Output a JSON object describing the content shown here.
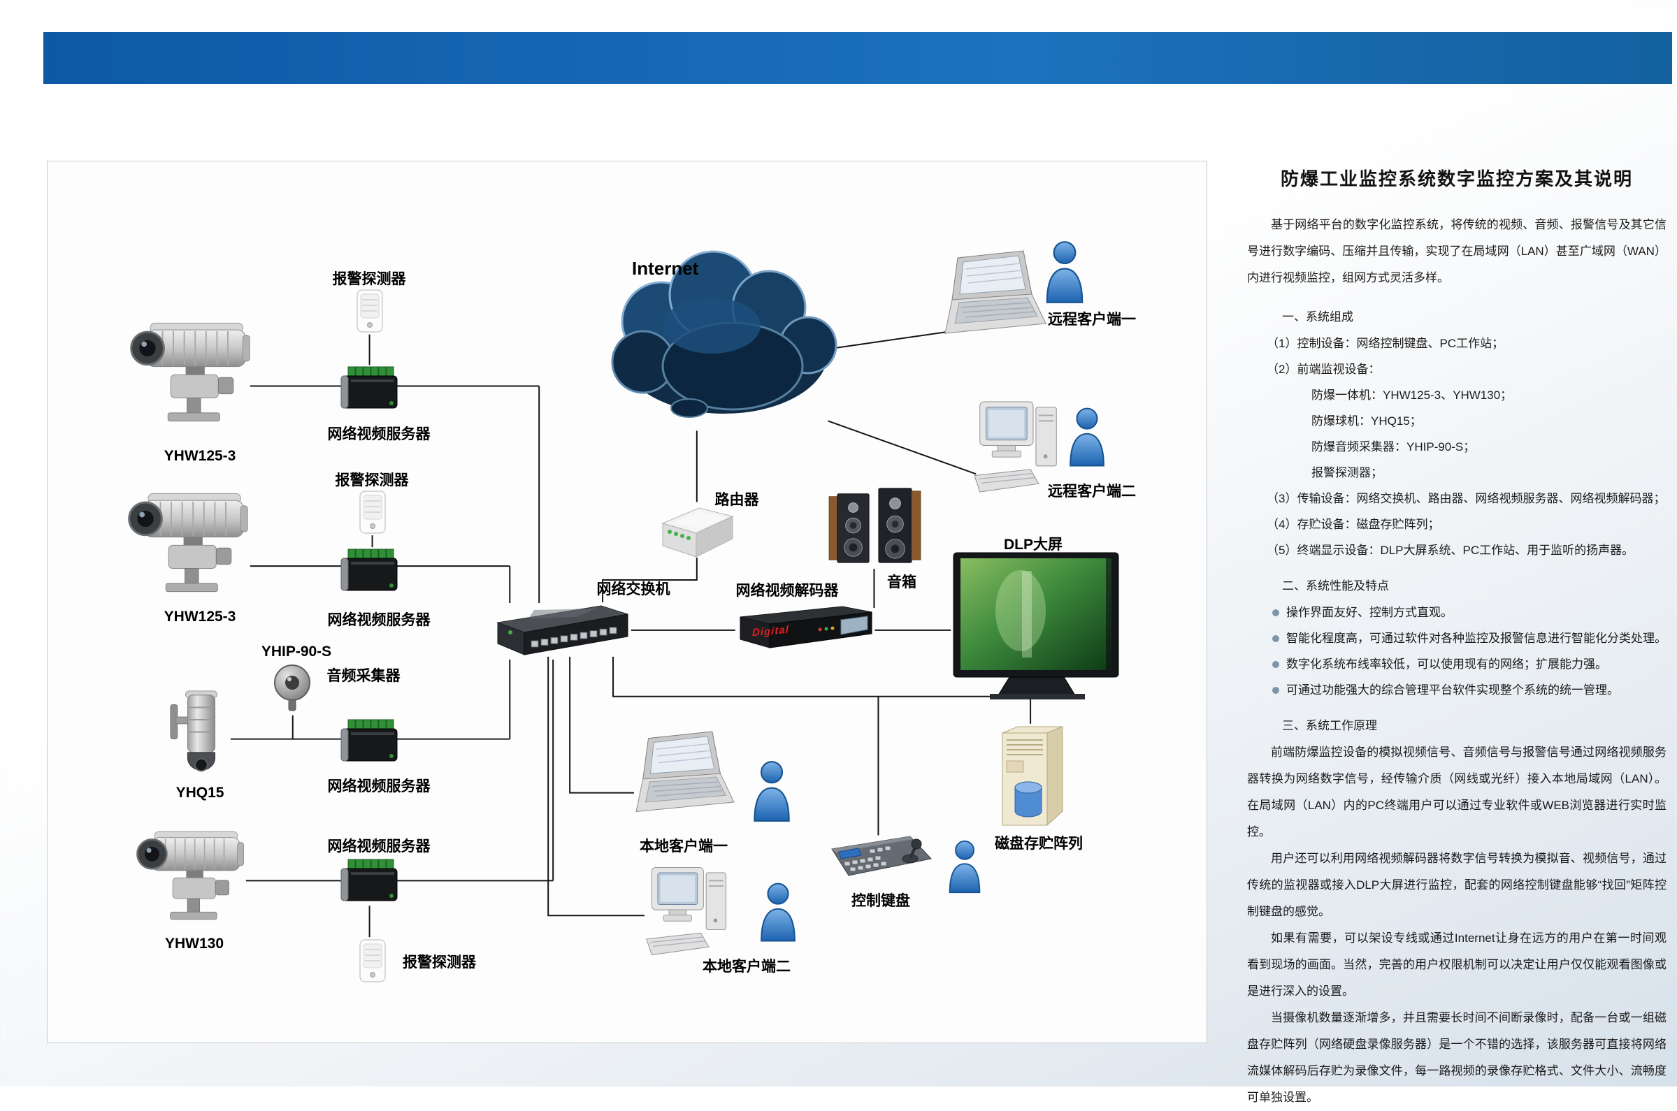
{
  "colors": {
    "header_blue": "#1565ad",
    "cloud_navy": "#16344f",
    "accent_red": "#e21f1f"
  },
  "diagram": {
    "internet": "Internet",
    "router": "路由器",
    "switch": "网络交换机",
    "decoder": "网络视频解码器",
    "decoder_brand": "Digital",
    "speakers": "音箱",
    "dlp": "DLP大屏",
    "remote_client1": "远程客户端一",
    "remote_client2": "远程客户端二",
    "local_client1": "本地客户端一",
    "local_client2": "本地客户端二",
    "control_keyboard": "控制键盘",
    "disk_array": "磁盘存贮阵列",
    "camera1": "YHW125-3",
    "camera2": "YHW125-3",
    "camera3": "YHQ15",
    "camera4": "YHW130",
    "alarm_detector": "报警探测器",
    "video_server": "网络视频服务器",
    "audio_collector": "音频采集器",
    "audio_collector_model": "YHIP-90-S"
  },
  "article": {
    "title": "防爆工业监控系统数字监控方案及其说明",
    "intro": "基于网络平台的数字化监控系统，将传统的视频、音频、报警信号及其它信号进行数字编码、压缩并且传输，实现了在局域网（LAN）甚至广域网（WAN）内进行视频监控，组网方式灵活多样。",
    "section1": {
      "heading": "一、系统组成",
      "items": [
        "（1）控制设备：网络控制键盘、PC工作站；",
        "（2）前端监视设备：",
        "防爆一体机：YHW125-3、YHW130；",
        "防爆球机：YHQ15；",
        "防爆音频采集器：YHIP-90-S；",
        "报警探测器；",
        "（3）传输设备：网络交换机、路由器、网络视频服务器、网络视频解码器；",
        "（4）存贮设备：磁盘存贮阵列；",
        "（5）终端显示设备：DLP大屏系统、PC工作站、用于监听的扬声器。"
      ]
    },
    "section2": {
      "heading": "二、系统性能及特点",
      "bullets": [
        "操作界面友好、控制方式直观。",
        "智能化程度高，可通过软件对各种监控及报警信息进行智能化分类处理。",
        "数字化系统布线率较低，可以使用现有的网络；扩展能力强。",
        "可通过功能强大的综合管理平台软件实现整个系统的统一管理。"
      ]
    },
    "section3": {
      "heading": "三、系统工作原理",
      "paragraphs": [
        "前端防爆监控设备的模拟视频信号、音频信号与报警信号通过网络视频服务器转换为网络数字信号，经传输介质（网线或光纤）接入本地局域网（LAN）。在局域网（LAN）内的PC终端用户可以通过专业软件或WEB浏览器进行实时监控。",
        "用户还可以利用网络视频解码器将数字信号转换为模拟音、视频信号，通过传统的监视器或接入DLP大屏进行监控，配套的网络控制键盘能够“找回”矩阵控制键盘的感觉。",
        "如果有需要，可以架设专线或通过Internet让身在远方的用户在第一时间观看到现场的画面。当然，完善的用户权限机制可以决定让用户仅仅能观看图像或是进行深入的设置。",
        "当摄像机数量逐渐增多，并且需要长时间不间断录像时，配备一台或一组磁盘存贮阵列（网络硬盘录像服务器）是一个不错的选择，该服务器可直接将网络流媒体解码后存贮为录像文件，每一路视频的录像存贮格式、文件大小、流畅度可单独设置。"
      ]
    }
  }
}
